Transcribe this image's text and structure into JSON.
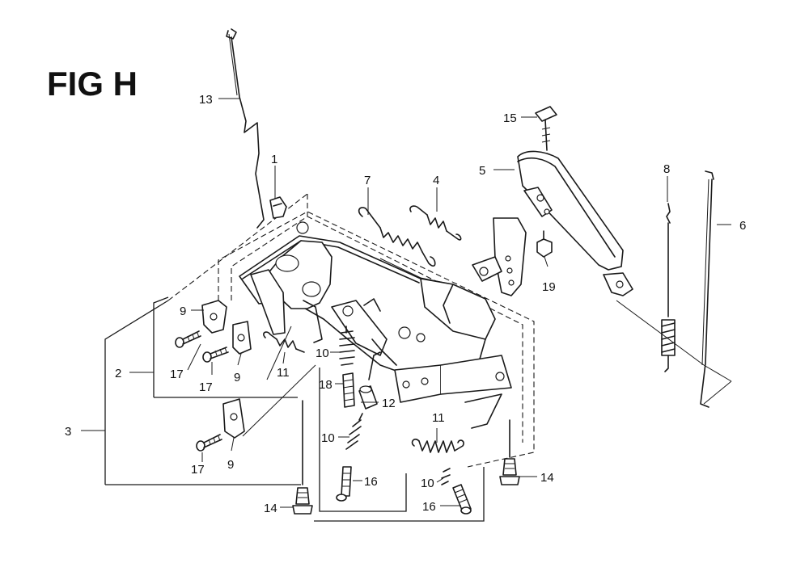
{
  "figure": {
    "title": "FIG H"
  },
  "callouts": {
    "c1": "1",
    "c2": "2",
    "c3": "3",
    "c4": "4",
    "c5": "5",
    "c6": "6",
    "c7": "7",
    "c8": "8",
    "c9a": "9",
    "c9b": "9",
    "c9c": "9",
    "c10a": "10",
    "c10b": "10",
    "c10c": "10",
    "c11a": "11",
    "c11b": "11",
    "c12": "12",
    "c13": "13",
    "c14a": "14",
    "c14b": "14",
    "c15": "15",
    "c16a": "16",
    "c16b": "16",
    "c17a": "17",
    "c17b": "17",
    "c17c": "17",
    "c18": "18",
    "c19": "19"
  }
}
